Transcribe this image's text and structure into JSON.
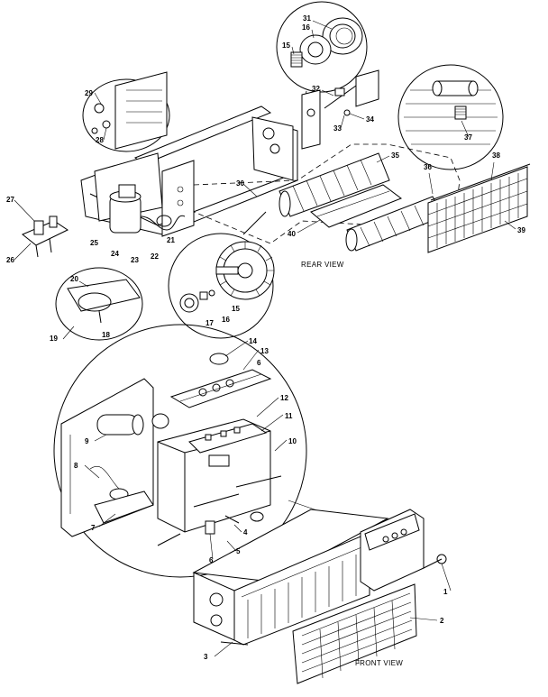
{
  "captions": {
    "rear_view": "REAR VIEW",
    "front_view": "FRONT VIEW"
  },
  "callouts": {
    "c1": "1",
    "c2": "2",
    "c3": "3",
    "c4": "4",
    "c5": "5",
    "c6": "6",
    "c6b": "6",
    "c7": "7",
    "c8": "8",
    "c9": "9",
    "c10": "10",
    "c11": "11",
    "c12": "12",
    "c13": "13",
    "c14": "14",
    "c15": "15",
    "c15b": "15",
    "c16": "16",
    "c16b": "16",
    "c17": "17",
    "c18": "18",
    "c19": "19",
    "c20": "20",
    "c21": "21",
    "c22": "22",
    "c23": "23",
    "c24": "24",
    "c25": "25",
    "c26": "26",
    "c27": "27",
    "c28": "28",
    "c29": "29",
    "c30": "30",
    "c31": "31",
    "c32": "32",
    "c33": "33",
    "c34": "34",
    "c35": "35",
    "c36": "36",
    "c37": "37",
    "c38": "38",
    "c39": "39",
    "c40": "40"
  }
}
